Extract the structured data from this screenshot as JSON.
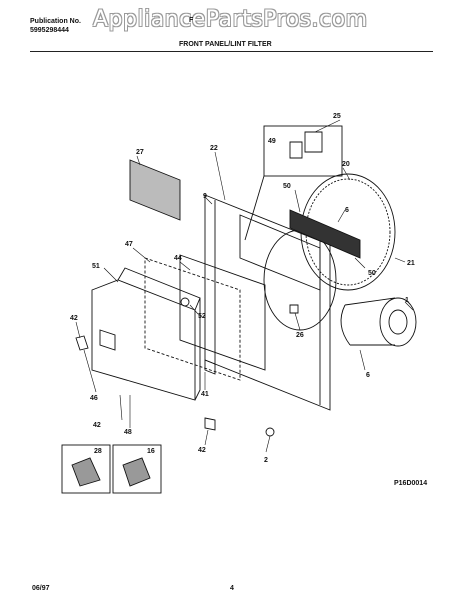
{
  "header": {
    "publication_label": "Publication No.",
    "publication_number": "5995298444",
    "model": "F",
    "watermark": "AppliancePartsPros.com",
    "section_title": "FRONT PANEL/LINT FILTER"
  },
  "callouts": {
    "c25": "25",
    "c49": "49",
    "c27": "27",
    "c22": "22",
    "c20": "20",
    "c9": "9",
    "c50a": "50",
    "c6a": "6",
    "c47": "47",
    "c44": "44",
    "c51": "51",
    "c21": "21",
    "c50b": "50",
    "c1": "1",
    "c52": "52",
    "c42a": "42",
    "c26": "26",
    "c6b": "6",
    "c41": "41",
    "c46": "46",
    "c42b": "42",
    "c48": "48",
    "c42c": "42",
    "c2": "2",
    "c28": "28",
    "c16": "16"
  },
  "footer": {
    "diagram_code": "P16D0014",
    "date": "06/97",
    "page": "4"
  }
}
